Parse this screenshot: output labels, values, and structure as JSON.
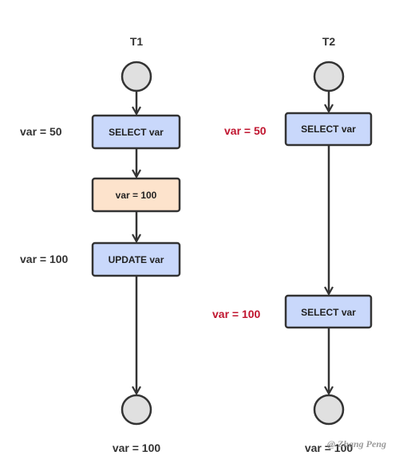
{
  "lanes": {
    "t1": {
      "title": "T1",
      "steps": [
        {
          "label": "SELECT var",
          "side_label": "var = 50"
        },
        {
          "label": "var = 100"
        },
        {
          "label": "UPDATE var",
          "side_label": "var = 100"
        }
      ],
      "end_label": "var = 100"
    },
    "t2": {
      "title": "T2",
      "steps": [
        {
          "label": "SELECT var",
          "side_label": "var = 50"
        },
        {
          "label": "SELECT var",
          "side_label": "var = 100"
        }
      ],
      "end_label": "var = 100"
    }
  },
  "watermark": "@ Zhang Peng",
  "colors": {
    "select_fill": "#c9d8fb",
    "assign_fill": "#fde3cc",
    "node_fill": "#e0e0e0",
    "stroke": "#333333",
    "side_label_t1": "#333333",
    "side_label_t2": "#c0152f"
  }
}
